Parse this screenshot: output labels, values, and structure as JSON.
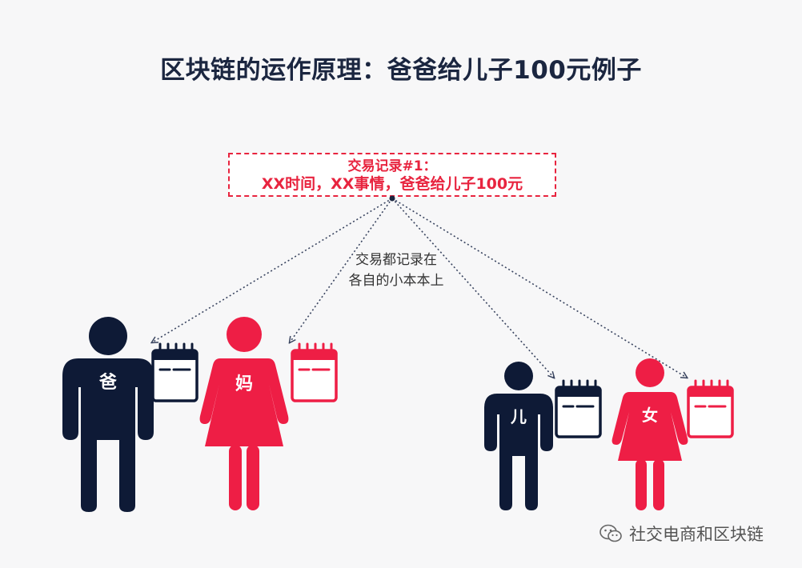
{
  "title": "区块链的运作原理：爸爸给儿子100元例子",
  "record": {
    "line1": "交易记录#1：",
    "line2": "XX时间，XX事情，爸爸给儿子100元"
  },
  "note": {
    "line1": "交易都记录在",
    "line2": "各自的小本本上"
  },
  "people": [
    {
      "label": "爸",
      "gender": "male",
      "color": "#0e1a36"
    },
    {
      "label": "妈",
      "gender": "female",
      "color": "#ee1e45"
    },
    {
      "label": "儿",
      "gender": "male",
      "color": "#0e1a36"
    },
    {
      "label": "女",
      "gender": "female",
      "color": "#ee1e45"
    }
  ],
  "colors": {
    "navy": "#0e1a36",
    "red": "#ee1e45",
    "title": "#1b2640"
  },
  "watermark": {
    "icon": "wechat-icon",
    "text": "社交电商和区块链"
  }
}
